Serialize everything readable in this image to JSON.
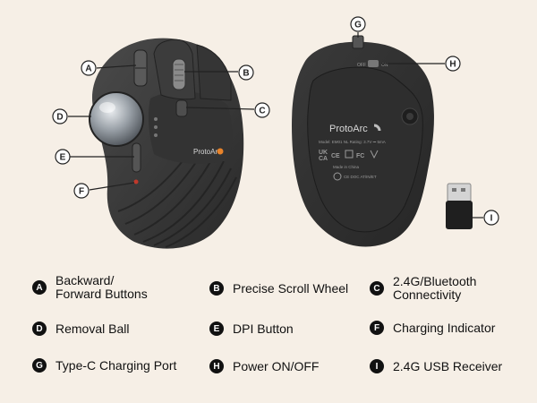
{
  "brand": {
    "name": "ProtoArc"
  },
  "callouts": [
    "A",
    "B",
    "C",
    "D",
    "E",
    "F",
    "G",
    "H",
    "I"
  ],
  "bottom_view": {
    "switch_off": "OFF",
    "switch_on": "ON",
    "label_line1": "Model: EM01 NL  Rating: 3.7V ⎓ 5mA",
    "label_line2": "Made in China",
    "label_line3": "CE DOC AT/IN/ET"
  },
  "legend": [
    {
      "letter": "A",
      "text": "Backward/\nForward Buttons"
    },
    {
      "letter": "B",
      "text": "Precise Scroll Wheel"
    },
    {
      "letter": "C",
      "text": "2.4G/Bluetooth\nConnectivity"
    },
    {
      "letter": "D",
      "text": "Removal Ball"
    },
    {
      "letter": "E",
      "text": "DPI Button"
    },
    {
      "letter": "F",
      "text": "Charging Indicator"
    },
    {
      "letter": "G",
      "text": "Type-C Charging Port"
    },
    {
      "letter": "H",
      "text": "Power ON/OFF"
    },
    {
      "letter": "I",
      "text": "2.4G USB Receiver"
    }
  ],
  "colors": {
    "background": "#f6efe6",
    "badge": "#111111",
    "accent": "#e8832a"
  }
}
